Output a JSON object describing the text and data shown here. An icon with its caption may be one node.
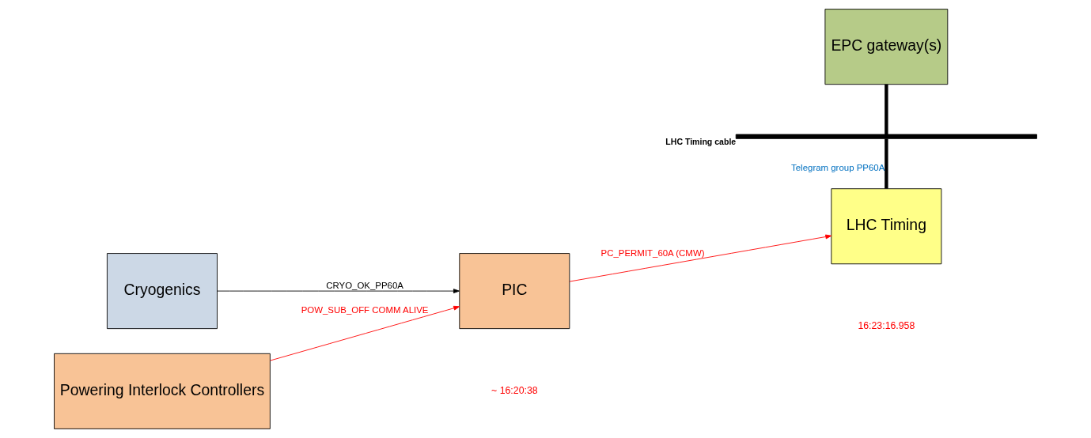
{
  "diagram": {
    "nodes": [
      {
        "text": [
          "EPC gateway(s)"
        ]
      },
      {
        "text": [
          "Cryogenics"
        ]
      },
      {
        "text": [
          "Powering Interlock Controllers"
        ]
      },
      {
        "text": [
          "PIC"
        ]
      },
      {
        "text": [
          "LHC Timing"
        ]
      },
      {
        "text": [],
        "shape": "bar",
        "beside": [
          "LHC Timing cable"
        ]
      }
    ],
    "edges": [
      {
        "from": 0,
        "to": 5,
        "arrow": "none",
        "style": "thick"
      },
      {
        "from": 5,
        "to": 4,
        "arrow": "none",
        "style": "thick",
        "label": "Telegram group PP60A"
      },
      {
        "from": 1,
        "to": 3,
        "arrow": "to",
        "label": "CRYO_OK_PP60A"
      },
      {
        "from": 2,
        "to": 3,
        "arrow": "to",
        "color": "#ff0000",
        "label": "POW_SUB_OFF COMM ALIVE"
      },
      {
        "from": 3,
        "to": 4,
        "arrow": "to",
        "color": "#ff0000",
        "label": "PC_PERMIT_60A (CMW)"
      }
    ],
    "labels": [
      "~ 16:20:38",
      "16:23:16.958"
    ]
  }
}
